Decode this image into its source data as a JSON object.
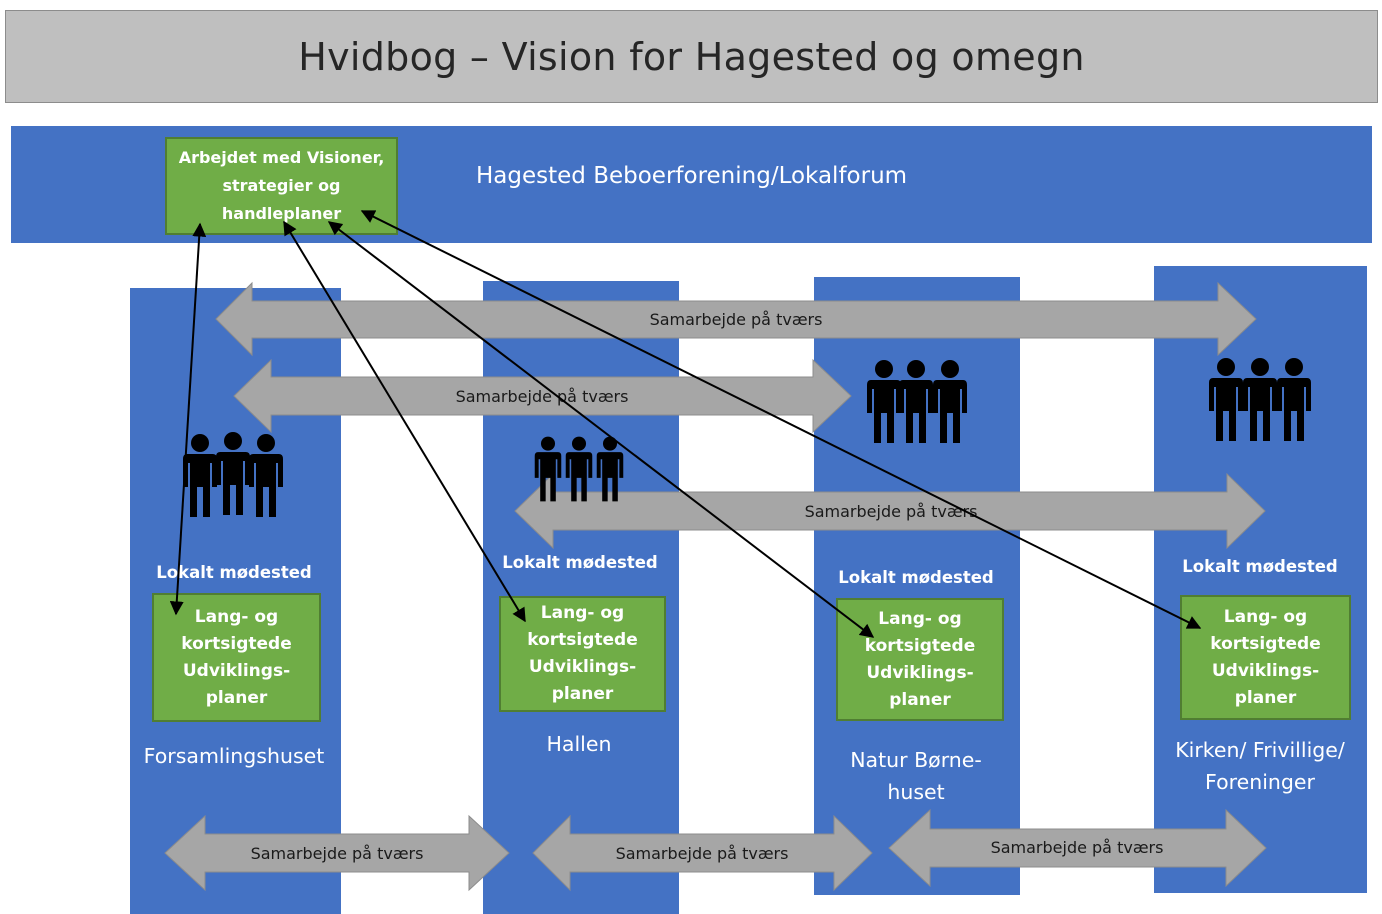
{
  "title": "Hvidbog – Vision for Hagested og omegn",
  "top_band": {
    "label": "Hagested Beboerforening/Lokalforum",
    "box": "Arbejdet med Visioner,\nstrategier og\nhandleplaner"
  },
  "columns": [
    {
      "name": "Forsamlingshuset",
      "meeting": "Lokalt mødested",
      "plan": "Lang- og\nkortsigtede\nUdviklings-\nplaner"
    },
    {
      "name": "Hallen",
      "meeting": "Lokalt mødested",
      "plan": "Lang- og\nkortsigtede\nUdviklings-\nplaner"
    },
    {
      "name": "Natur Børne-\nhuset",
      "meeting": "Lokalt mødested",
      "plan": "Lang- og\nkortsigtede\nUdviklings-\nplaner"
    },
    {
      "name": "Kirken/ Frivillige/\nForeninger",
      "meeting": "Lokalt mødested",
      "plan": "Lang- og\nkortsigtede\nUdviklings-\nplaner"
    }
  ],
  "collab_label": "Samarbejde på tværs",
  "collab_arrows": [
    {
      "label": "Samarbejde på tværs"
    },
    {
      "label": "Samarbejde på tværs"
    },
    {
      "label": "Samarbejde på tværs"
    },
    {
      "label": "Samarbejde på tværs"
    },
    {
      "label": "Samarbejde på tværs"
    },
    {
      "label": "Samarbejde på tværs"
    }
  ],
  "icons": {
    "people": "people-group-icon"
  },
  "colors": {
    "blue": "#4472c4",
    "green": "#70ad47",
    "gray_arrow": "#a6a6a6",
    "title_bg": "#bfbfbf"
  }
}
